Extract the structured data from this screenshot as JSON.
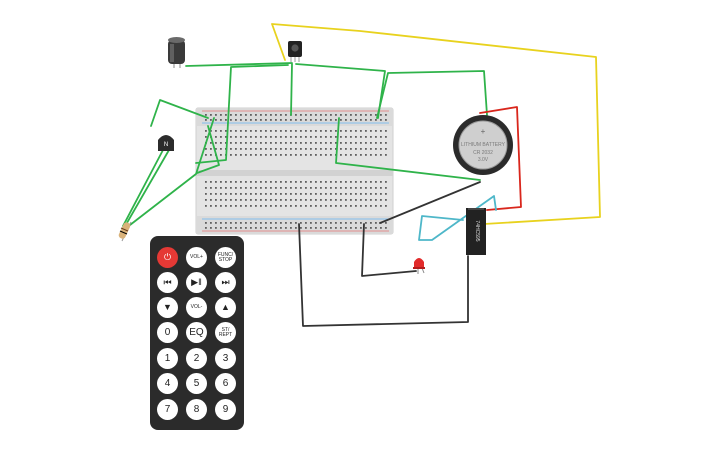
{
  "app": {
    "background": "#ffffff"
  },
  "colors": {
    "wire_green": "#2fb34a",
    "wire_yellow": "#e8d21e",
    "wire_red": "#d9261c",
    "wire_dark": "#333333",
    "wire_blue": "#4eb7c9",
    "breadboard": "#e4e4e4",
    "rail_red": "#e57373",
    "rail_blue": "#64b5f6",
    "remote_body": "#2b2b2b",
    "power_button": "#e53935"
  },
  "battery": {
    "line1": "LITHIUM BATTERY",
    "line2": "CR 2032",
    "line3": "3.0V"
  },
  "ic_chip": {
    "label": "74HC595"
  },
  "transistor": {
    "label": "N"
  },
  "remote": {
    "buttons": [
      {
        "id": "power",
        "label": "⏻",
        "icon": "power-icon"
      },
      {
        "id": "vol-up",
        "label": "VOL+"
      },
      {
        "id": "func-stop",
        "label": "FUNC/ STOP"
      },
      {
        "id": "prev",
        "label": "⏮",
        "icon": "skip-back-icon"
      },
      {
        "id": "play-pause",
        "label": "▶‖",
        "icon": "play-pause-icon"
      },
      {
        "id": "next",
        "label": "⏭",
        "icon": "skip-forward-icon"
      },
      {
        "id": "down",
        "label": "▼",
        "icon": "triangle-down-icon"
      },
      {
        "id": "vol-down",
        "label": "VOL-"
      },
      {
        "id": "up",
        "label": "▲",
        "icon": "triangle-up-icon"
      },
      {
        "id": "num-0",
        "label": "0"
      },
      {
        "id": "eq",
        "label": "EQ"
      },
      {
        "id": "st-rept",
        "label": "ST/ REPT"
      },
      {
        "id": "num-1",
        "label": "1"
      },
      {
        "id": "num-2",
        "label": "2"
      },
      {
        "id": "num-3",
        "label": "3"
      },
      {
        "id": "num-4",
        "label": "4"
      },
      {
        "id": "num-5",
        "label": "5"
      },
      {
        "id": "num-6",
        "label": "6"
      },
      {
        "id": "num-7",
        "label": "7"
      },
      {
        "id": "num-8",
        "label": "8"
      },
      {
        "id": "num-9",
        "label": "9"
      }
    ]
  }
}
